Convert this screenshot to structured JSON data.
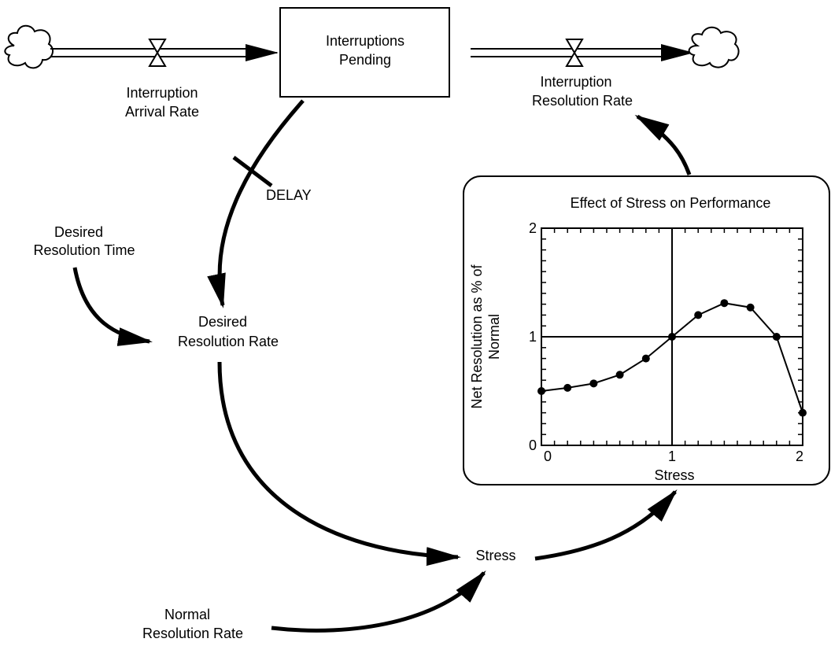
{
  "stock": {
    "label_line1": "Interruptions",
    "label_line2": "Pending"
  },
  "flows": {
    "arrival": {
      "label_line1": "Interruption",
      "label_line2": "Arrival Rate"
    },
    "resolution": {
      "label_line1": "Interruption",
      "label_line2": "Resolution Rate"
    }
  },
  "variables": {
    "desired_resolution_time": {
      "line1": "Desired",
      "line2": "Resolution Time"
    },
    "desired_resolution_rate": {
      "line1": "Desired",
      "line2": "Resolution Rate"
    },
    "stress": {
      "line1": "Stress"
    },
    "normal_resolution_rate": {
      "line1": "Normal",
      "line2": "Resolution Rate"
    }
  },
  "delay_label": "DELAY",
  "chart_data": {
    "type": "line",
    "title": "Effect of Stress on Performance",
    "xlabel": "Stress",
    "ylabel": "Net Resolution as % of Normal",
    "ylabel_line1": "Net Resolution as % of",
    "ylabel_line2": "Normal",
    "xlim": [
      0,
      2
    ],
    "ylim": [
      0,
      2
    ],
    "x_ticks": [
      "0",
      "1",
      "2"
    ],
    "y_ticks": [
      "0",
      "1",
      "2"
    ],
    "reference_lines": {
      "x": 1,
      "y": 1
    },
    "grid": false,
    "series": [
      {
        "x": [
          0,
          0.2,
          0.4,
          0.6,
          0.8,
          1.0,
          1.2,
          1.4,
          1.6,
          1.8,
          2.0
        ],
        "y": [
          0.5,
          0.53,
          0.57,
          0.65,
          0.8,
          1.0,
          1.2,
          1.31,
          1.27,
          1.0,
          0.3
        ]
      }
    ]
  }
}
